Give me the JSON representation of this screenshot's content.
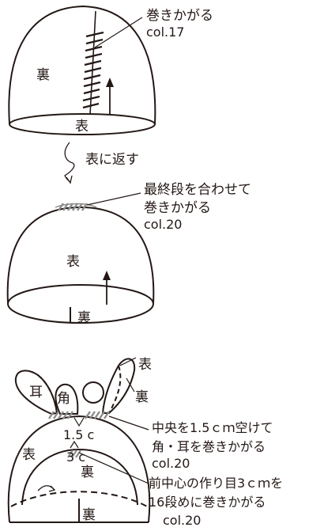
{
  "step1": {
    "callout": "巻きかがる",
    "col": "col.17",
    "inside": "裏",
    "bottom": "表"
  },
  "turn": {
    "text": "表に返す"
  },
  "step2": {
    "callout_line1": "最終段を合わせて",
    "callout_line2": "巻きかがる",
    "col": "col.20",
    "face": "表",
    "bottom": "裏"
  },
  "step3": {
    "ear_outer": "表",
    "ear_inner": "裏",
    "ear_label": "耳",
    "horn_label": "角",
    "gap_value": "1.5 c",
    "face": "表",
    "opening_value": "3 c",
    "brim_inside": "裏",
    "bottom": "裏",
    "callout1_line1": "中央を1.5ｃｍ空けて",
    "callout1_line2": "角・耳を巻きかがる",
    "callout1_col": "col.20",
    "callout2_line1": "前中心の作り目3ｃｍを",
    "callout2_line2": "16段めに巻きかがる",
    "callout2_col": "col.20"
  },
  "colors": {
    "ink": "#231815",
    "stitch_gray": "#8c8c8c"
  }
}
